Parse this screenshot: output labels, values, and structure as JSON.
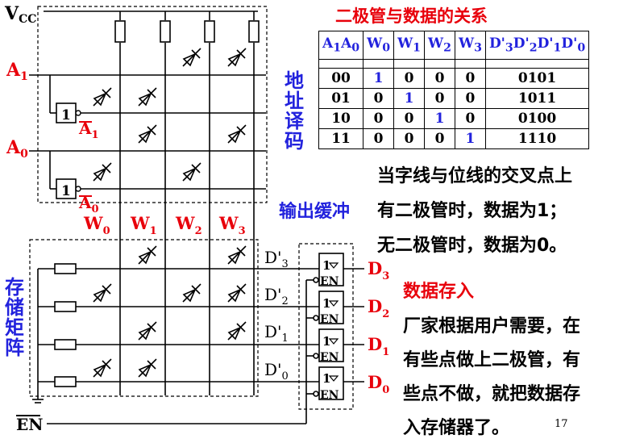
{
  "title": "二极管与数据的关系",
  "table": {
    "headers": [
      "A1A0",
      "W0",
      "W1",
      "W2",
      "W3",
      "D'3D'2D'1D'0"
    ],
    "rows": [
      [
        "00",
        "1",
        "0",
        "0",
        "0",
        "0101"
      ],
      [
        "01",
        "0",
        "1",
        "0",
        "0",
        "1011"
      ],
      [
        "10",
        "0",
        "0",
        "1",
        "0",
        "0100"
      ],
      [
        "11",
        "0",
        "0",
        "0",
        "1",
        "1110"
      ]
    ]
  },
  "labels": {
    "vcc": "VCC",
    "a1": "A1",
    "a0": "A0",
    "a1_bar": "A1",
    "a0_bar": "A0",
    "not_gate": "1",
    "addr_decoder": "地址译码",
    "output_buffer": "输出缓冲",
    "storage_matrix": "存储矩阵",
    "en_bar": "EN",
    "word_lines": [
      "W0",
      "W1",
      "W2",
      "W3"
    ],
    "bit_lines": [
      "D'3",
      "D'2",
      "D'1",
      "D'0"
    ],
    "outputs": [
      "D3",
      "D2",
      "D1",
      "D0"
    ],
    "buffer_en": "EN",
    "buffer_one": "1"
  },
  "notes": {
    "rule_line1": "当字线与位线的交叉点上",
    "rule_line2": "有二极管时，数据为1；",
    "rule_line3": "无二极管时，数据为0。",
    "storage_title": "数据存入",
    "storage_line1": "厂家根据用户需要，在",
    "storage_line2": "有些点做上二极管，有",
    "storage_line3": "些点不做，就把数据存",
    "storage_line4": "入存储器了。"
  },
  "page_number": "17",
  "colors": {
    "accent": "#e8000b",
    "highlight": "#2222dd",
    "line": "#000000"
  }
}
